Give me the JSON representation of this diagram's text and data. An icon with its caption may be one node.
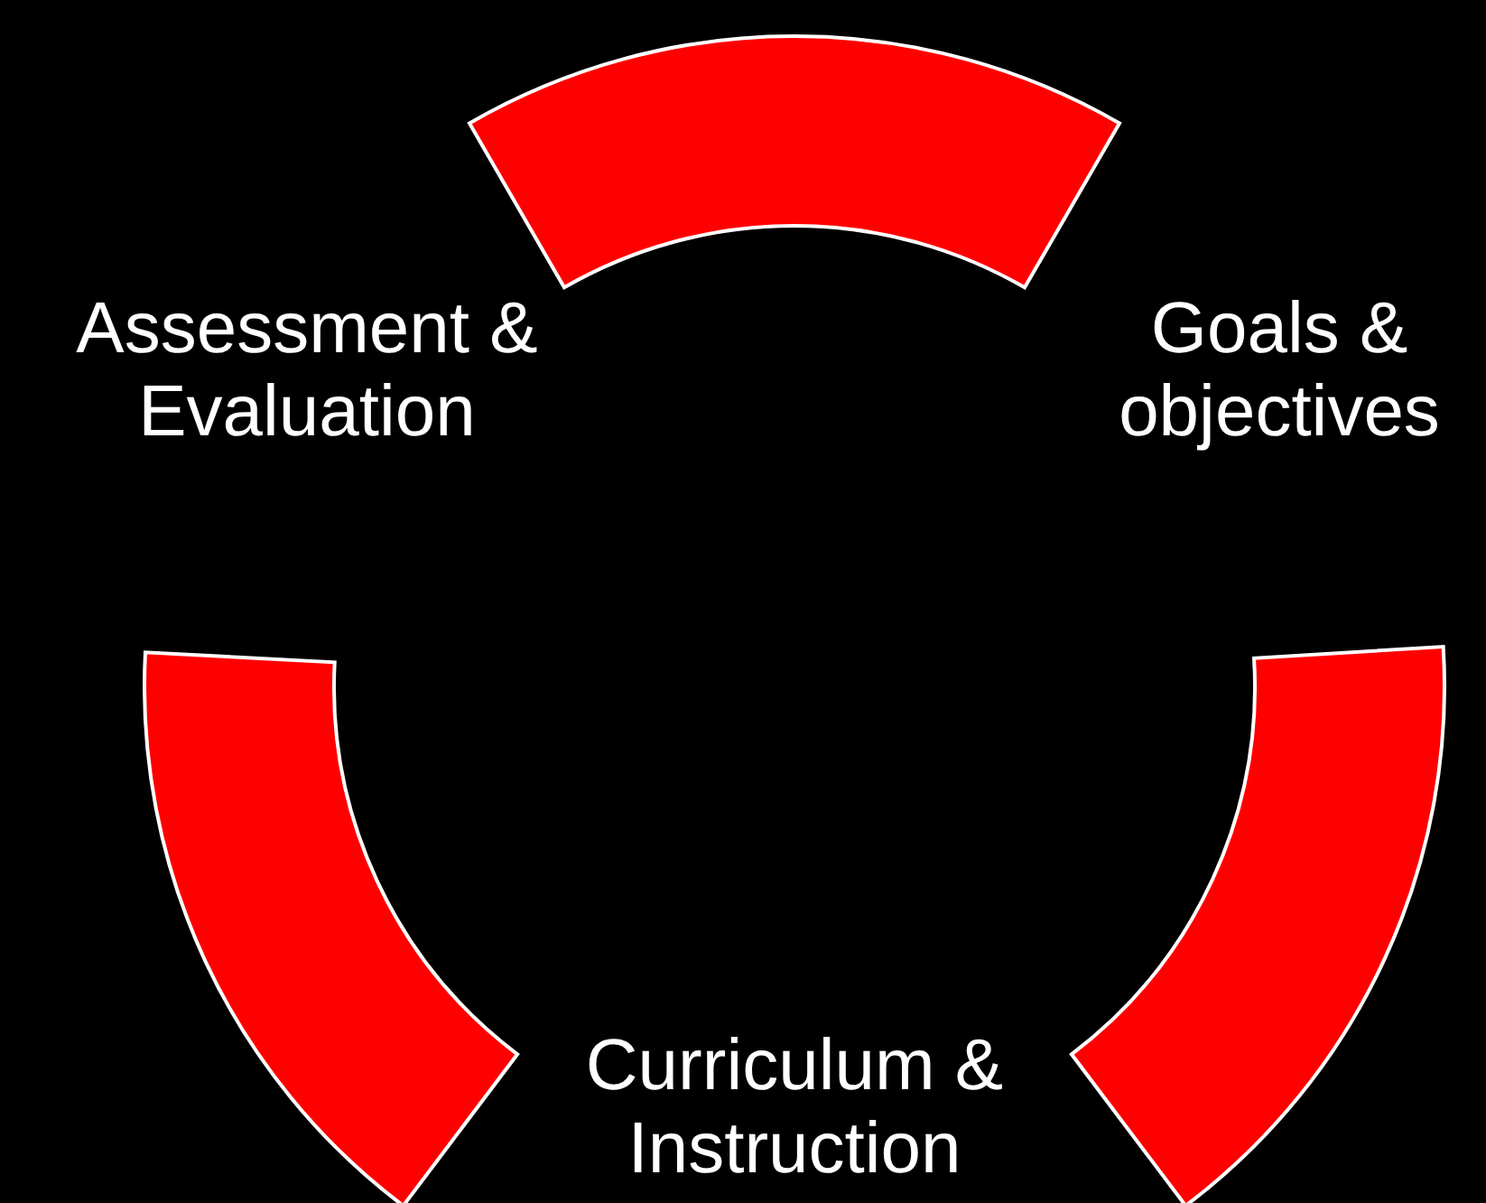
{
  "diagram": {
    "nodes": [
      {
        "text": [
          "Assessment & Evaluation"
        ]
      },
      {
        "text": [
          "Goals & objectives"
        ]
      },
      {
        "text": [
          "Curriculum & Instruction"
        ]
      }
    ],
    "edges": [
      {
        "from": 0,
        "to": 1,
        "arrow": "none"
      },
      {
        "from": 1,
        "to": 2,
        "arrow": "none"
      },
      {
        "from": 2,
        "to": 0,
        "arrow": "none"
      }
    ]
  }
}
